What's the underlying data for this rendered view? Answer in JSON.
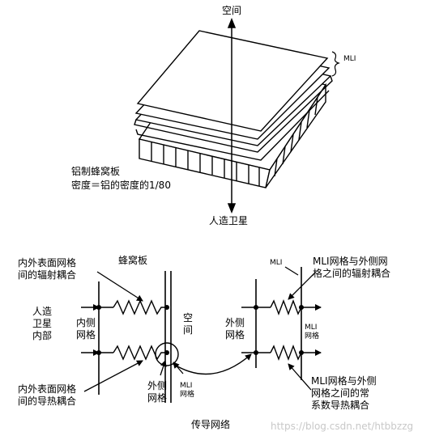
{
  "top": {
    "space_label": "空间",
    "mli_label": "MLI",
    "honeycomb_label": "铝制蜂窝板",
    "density_label": "密度＝铝的密度的1/80",
    "satellite_label": "人造卫星"
  },
  "bottom": {
    "inner_radiation_label": "内外表面网格\n间的辐射耦合",
    "honeycomb_label": "蜂窝板",
    "mli_label": "MLI",
    "mli_outer_radiation_label": "MLI网格与外侧网\n格之间的辐射耦合",
    "satellite_interior_label": "人造\n卫星\n内部",
    "inner_grid_label": "内侧\n网格",
    "space_label": "空\n间",
    "outer_grid_label": "外侧\n网格",
    "mli_grid_label": "MLI\n网格",
    "inner_conduction_label": "内外表面网格\n间的导热耦合",
    "outer_grid_bottom_label": "外侧\n网格",
    "mli_grid_bottom_label": "MLI\n网格",
    "mli_outer_conduction_label": "MLI网格与外侧\n网格之间的常\n系数导热耦合",
    "caption": "传导网络"
  },
  "watermark": "https://blog.csdn.net/htbbzzg"
}
